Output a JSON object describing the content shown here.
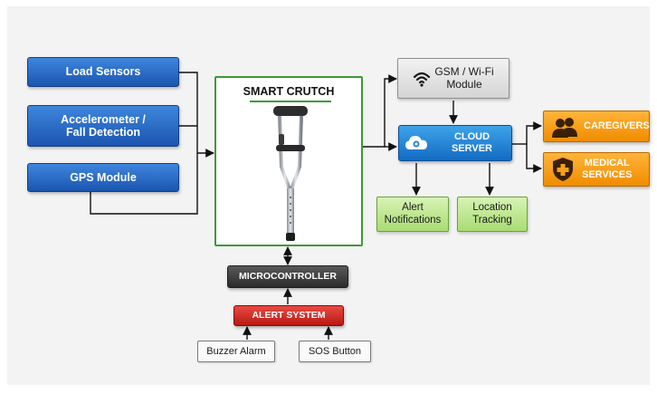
{
  "inputs": {
    "load_sensors": "Load Sensors",
    "accelerometer": [
      "Accelerometer /",
      "Fall Detection"
    ],
    "gps": "GPS Module"
  },
  "smart_crutch": {
    "title": "SMART CRUTCH"
  },
  "gsm_wifi": [
    "GSM / Wi-Fi",
    "Module"
  ],
  "cloud_server": "CLOUD SERVER",
  "caregivers": "CAREGIVERS",
  "medical_services": [
    "MEDICAL",
    "SERVICES"
  ],
  "alert_notifications": [
    "Alert",
    "Notifications"
  ],
  "location_tracking": [
    "Location",
    "Tracking"
  ],
  "microcontroller": "MICROCONTROLLER",
  "alert_system": "ALERT SYSTEM",
  "buzzer_alarm": "Buzzer Alarm",
  "sos_button": "SOS Button",
  "colors": {
    "input_blue": "#2a6cc8",
    "crutch_border": "#3d9a35",
    "output_green": "#bde89a",
    "output_orange": "#f5a11c",
    "cloud_blue": "#1f84d6",
    "microcontroller_dark": "#3a3a3a",
    "alert_red": "#d1251e"
  },
  "icons": [
    "wifi-icon",
    "cloud-icon",
    "people-icon",
    "medical-cross-shield-icon",
    "crutch-illustration"
  ]
}
